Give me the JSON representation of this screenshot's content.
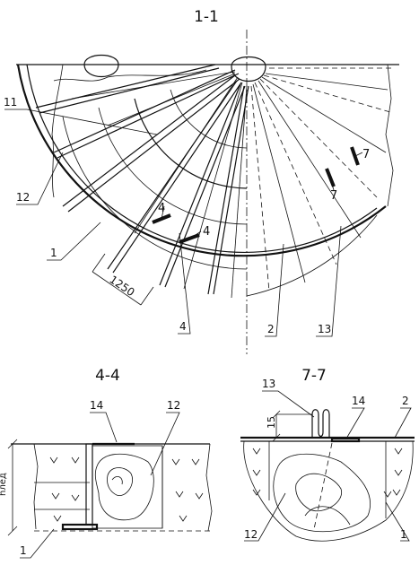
{
  "views": {
    "plan": {
      "title": "1-1"
    },
    "section_4": {
      "title": "4-4"
    },
    "section_7": {
      "title": "7-7"
    }
  },
  "plan_labels": {
    "l11": "11",
    "l12": "12",
    "l1": "1",
    "dim1250": "1250",
    "l4": "4",
    "l2": "2",
    "l13": "13",
    "cut4a": "4",
    "cut4b": "4",
    "cut7a": "7",
    "cut7b": "7"
  },
  "section4_labels": {
    "l14": "14",
    "l12": "12",
    "l1": "1",
    "dim": "hлед"
  },
  "section7_labels": {
    "l13": "13",
    "l14": "14",
    "l2": "2",
    "dim15": "15",
    "l12": "12",
    "l1": "1"
  }
}
